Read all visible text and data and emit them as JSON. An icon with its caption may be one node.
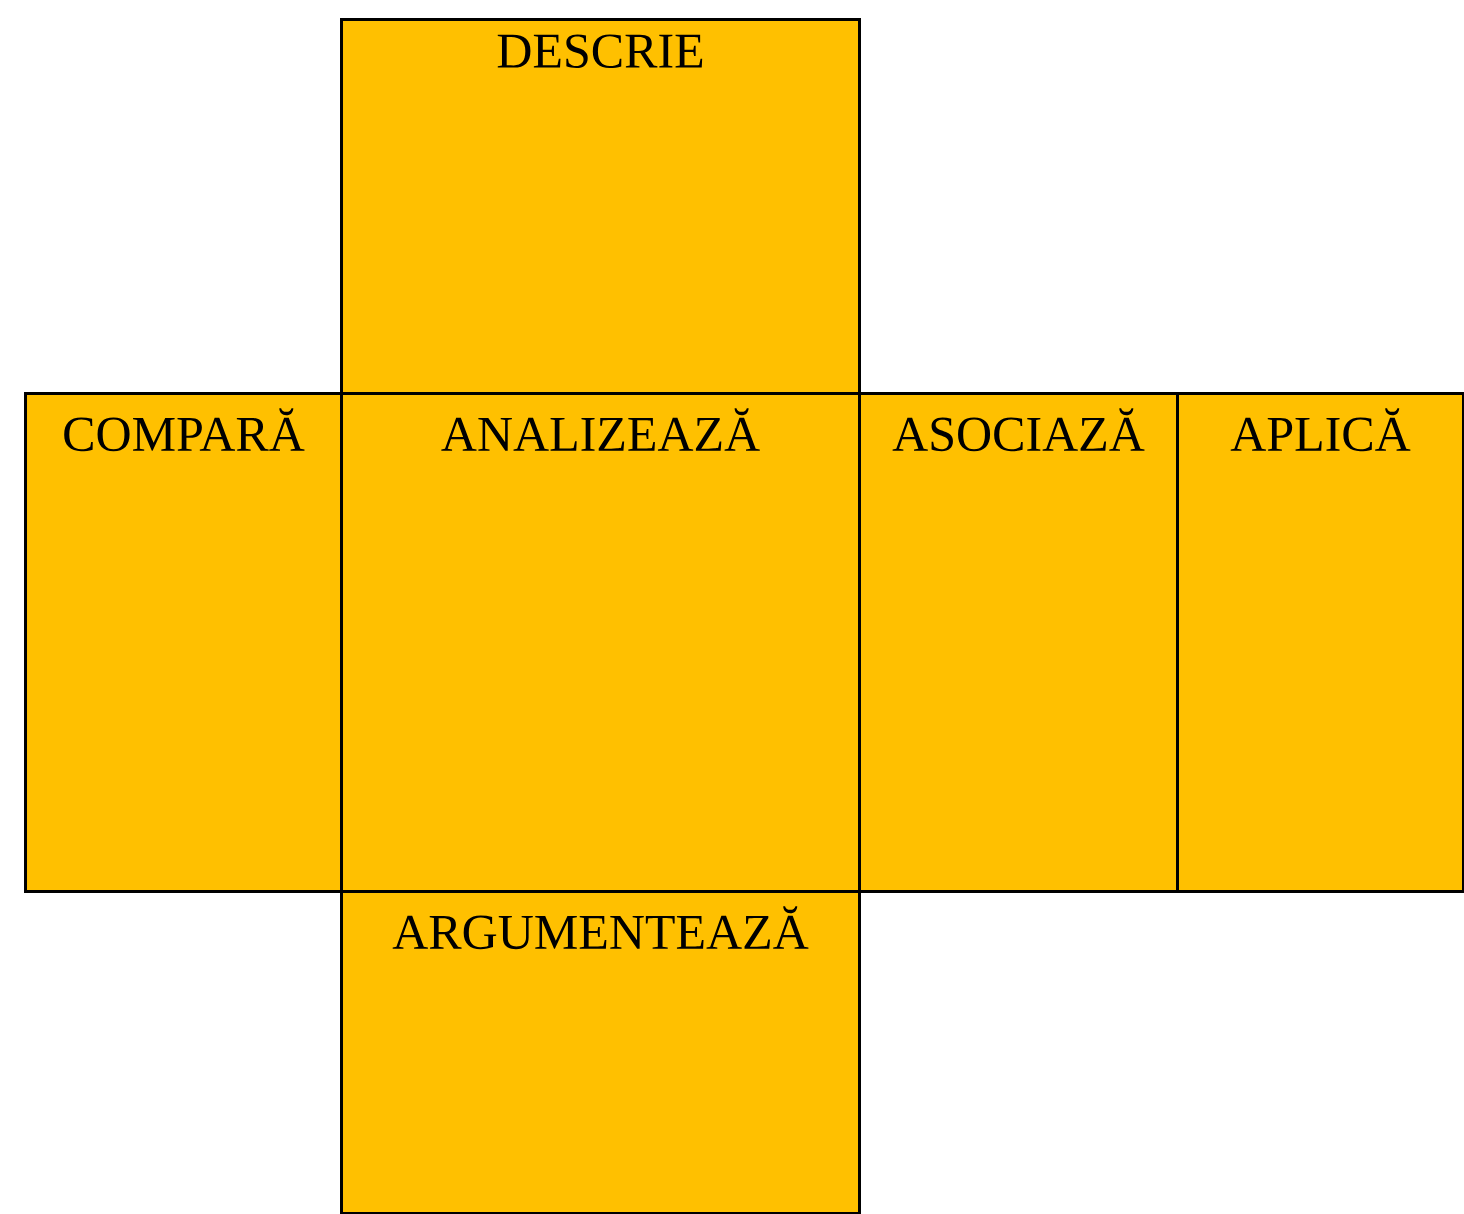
{
  "diagram": {
    "nodes": [
      {
        "text": [
          "DESCRIE"
        ]
      },
      {
        "text": [
          "COMPARĂ"
        ]
      },
      {
        "text": [
          "ANALIZEAZĂ"
        ]
      },
      {
        "text": [
          "ASOCIAZĂ"
        ]
      },
      {
        "text": [
          "APLICĂ"
        ]
      },
      {
        "text": [
          "ARGUMENTEAZĂ"
        ]
      }
    ]
  }
}
